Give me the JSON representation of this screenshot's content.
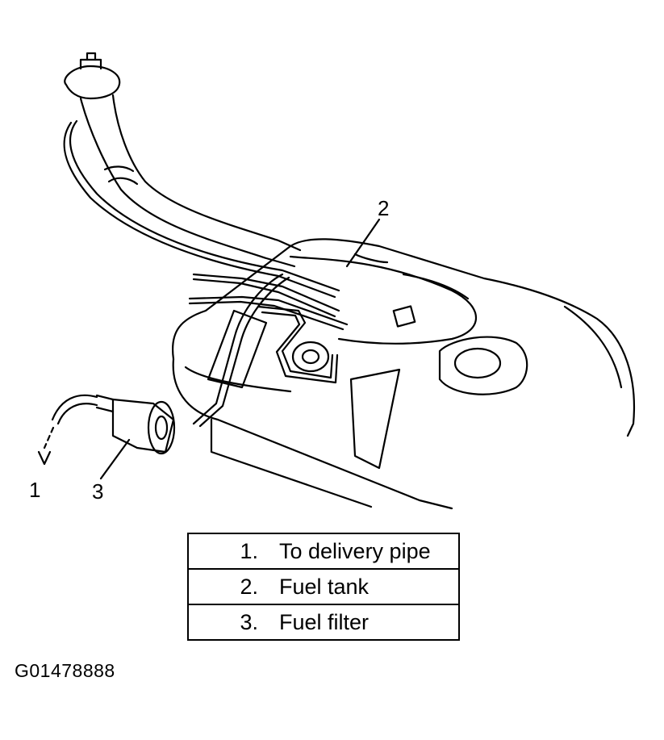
{
  "callouts": {
    "c1": "1",
    "c2": "2",
    "c3": "3"
  },
  "legend": [
    {
      "num": "1.",
      "text": "To delivery pipe"
    },
    {
      "num": "2.",
      "text": "Fuel tank"
    },
    {
      "num": "3.",
      "text": "Fuel filter"
    }
  ],
  "figure_id": "G01478888"
}
